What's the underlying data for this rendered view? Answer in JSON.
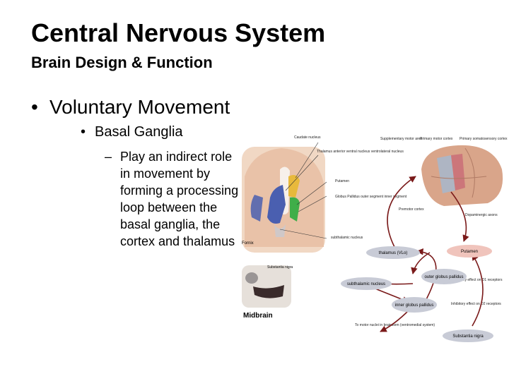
{
  "slide": {
    "title": "Central Nervous System",
    "subtitle": "Brain Design & Function",
    "bullet1": "Voluntary Movement",
    "bullet2": "Basal Ganglia",
    "bullet3": "Play an indirect role in movement by forming a processing loop between the basal ganglia, the cortex and thalamus",
    "bullet_glyph": "•",
    "dash_glyph": "–"
  },
  "diagram": {
    "labels": {
      "caudate": "Caudate nucleus",
      "thalamus_vn": "Thalamus anterior ventral nucleus ventrolateral nucleus",
      "putamen_side": "Putamen",
      "globus": "Globus Pallidus outer segment inner segment",
      "subthalamic_side": "subthalamic nucleus",
      "fornix": "Fornix",
      "substantia_side": "Substantia nigra",
      "midbrain": "Midbrain",
      "supp_motor": "Supplementary motor area",
      "primary_motor": "Primary motor cortex",
      "somato": "Primary somatosensory cortex",
      "premotor": "Premotor cortex",
      "dopaminergic": "Dopaminergic axons",
      "thalamus_node": "thalamus (VLo)",
      "putamen_node": "Putamen",
      "subthalamic_node": "subthalamic nucleus",
      "outer_gp_node": "outer globus pallidus",
      "inner_gp_node": "inner globus pallidus",
      "excitatory": "Excitatory effect on D1 receptors",
      "inhibitory": "Inhibitory effect on D2 receptors",
      "tonic": "To motor nuclei in brainstem (ventromedial system)",
      "substantia_node": "Substantia nigra"
    },
    "colors": {
      "caudate": "#e8b93c",
      "putamen": "#3fae49",
      "thalamus": "#4a5fb0",
      "brain": "#d9a58a",
      "node": "#c8cbd6",
      "node_red": "#f0c4bc",
      "arrow": "#7a1a1a"
    }
  }
}
